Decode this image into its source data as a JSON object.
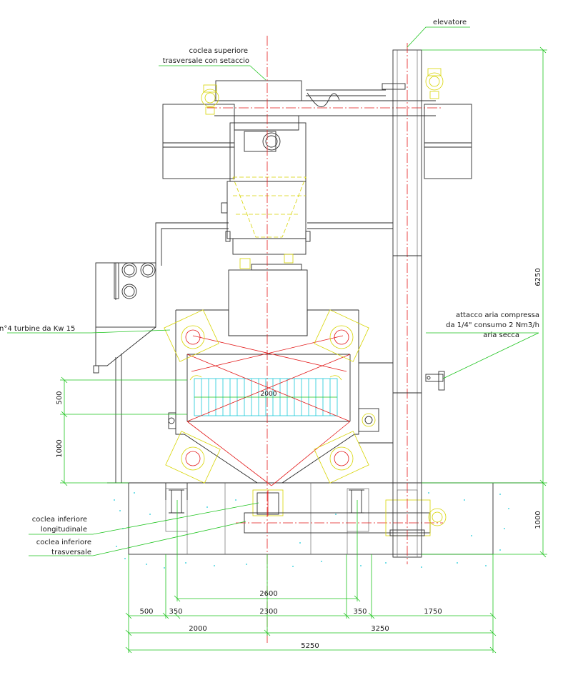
{
  "labels": {
    "elevatore": "elevatore",
    "coclea_sup_1": "coclea superiore",
    "coclea_sup_2": "trasversale con setaccio",
    "turbine": "n°4 turbine da Kw 15",
    "aria_1": "attacco aria compressa",
    "aria_2": "da 1/4\" consumo 2 Nm3/h",
    "aria_3": "aria secca",
    "coclea_long_1": "coclea inferiore",
    "coclea_long_2": "longitudinale",
    "coclea_tras_1": "coclea inferiore",
    "coclea_tras_2": "trasversale"
  },
  "dimensions": {
    "d6250": "6250",
    "d1000_right": "1000",
    "d500_left": "500",
    "d1000_left": "1000",
    "d2000_inner": "2000",
    "d2600": "2600",
    "d500": "500",
    "d350_a": "350",
    "d2300": "2300",
    "d350_b": "350",
    "d1750": "1750",
    "d2000": "2000",
    "d3250": "3250",
    "d5250": "5250"
  },
  "colors": {
    "outline": "#2e2e2e",
    "centerline": "#e31a1a",
    "hidden": "#d7d400",
    "dimension": "#1ec41e",
    "grating": "#18c8d8"
  }
}
